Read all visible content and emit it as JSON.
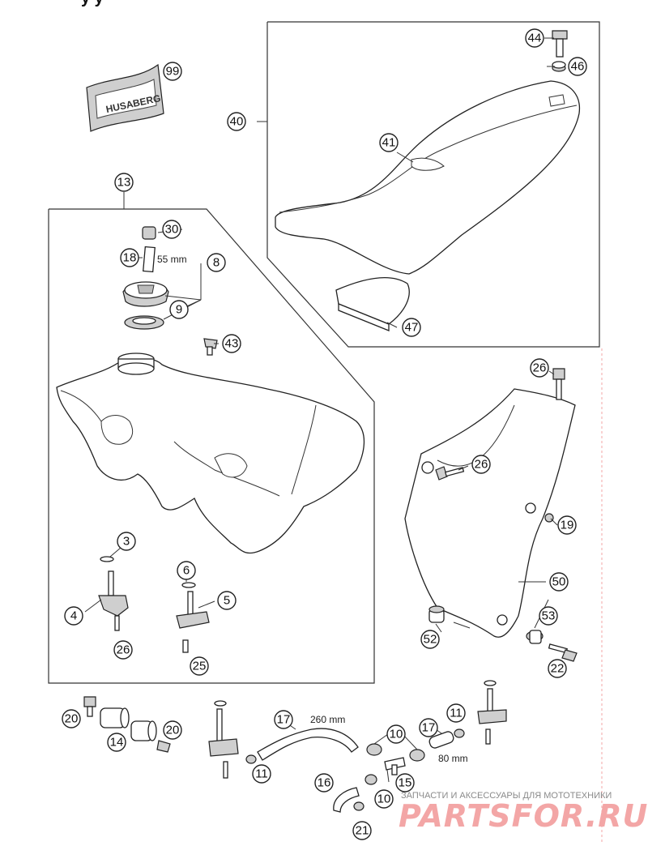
{
  "page": {
    "title_fragment": "y y",
    "accent_color": "#f3a6a6"
  },
  "decal": {
    "brand_text": "HUSABERG"
  },
  "dimensions": {
    "breather_hose": "55 mm",
    "fuel_hose_long": "260 mm",
    "fuel_hose_short": "80 mm"
  },
  "callouts": [
    "99",
    "44",
    "46",
    "40",
    "41",
    "47",
    "13",
    "30",
    "18",
    "8",
    "9",
    "43",
    "3",
    "4",
    "26",
    "6",
    "5",
    "25",
    "26",
    "26",
    "19",
    "50",
    "53",
    "52",
    "22",
    "20",
    "14",
    "20",
    "11",
    "17",
    "10",
    "16",
    "15",
    "10",
    "21",
    "17",
    "11"
  ],
  "watermark": {
    "tagline": "ЗАПЧАСТИ И АКСЕССУАРЫ ДЛЯ МОТОТЕХНИКИ",
    "brand": "PARTSFOR.RU"
  }
}
